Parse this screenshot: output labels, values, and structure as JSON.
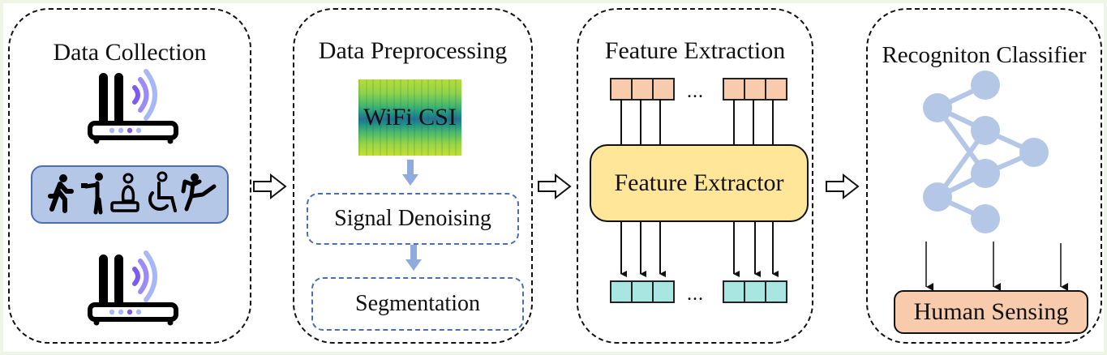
{
  "stages": {
    "data_collection": {
      "title": "Data Collection",
      "icons": [
        "wifi-router-icon",
        "activity-icons",
        "wifi-router-icon"
      ],
      "activities": [
        "walking",
        "pointing",
        "lying-sitting",
        "wheelchair",
        "kicking"
      ]
    },
    "data_preprocessing": {
      "title": "Data Preprocessing",
      "csi_label": "WiFi CSI",
      "steps": [
        "Signal Denoising",
        "Segmentation"
      ]
    },
    "feature_extraction": {
      "title": "Feature Extraction",
      "extractor_label": "Feature Extractor",
      "ellipsis": "...",
      "input_cells_per_group": 3,
      "output_cells_per_group": 3
    },
    "recognition_classifier": {
      "title": "Recogniton Classifier",
      "output_label": "Human Sensing",
      "network_nodes": 7
    }
  },
  "flow_arrows": [
    "Data Collection → Data Preprocessing",
    "Data Preprocessing → Feature Extraction",
    "Feature Extraction → Recogniton Classifier"
  ],
  "colors": {
    "background": "#eef5e3",
    "activity_box": "#b4c7e7",
    "step_border": "#4b6fae",
    "extractor_fill": "#ffe699",
    "input_cell": "#f8cbad",
    "output_cell": "#a9e6e2",
    "network_node": "#b4c7e7",
    "human_sensing": "#f8cbad",
    "wifi_wave_dark": "#7b5cf0",
    "wifi_wave_mid": "#9b8cf5",
    "wifi_wave_light": "#a8b8f5"
  }
}
